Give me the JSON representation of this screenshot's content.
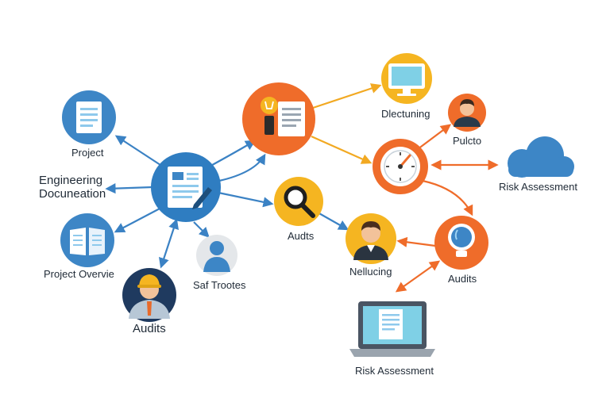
{
  "diagram": {
    "labels": {
      "project": "Project",
      "engineering_documentation": "Engineering\nDocuneation",
      "project_overview": "Project Overvie",
      "audits_person": "Audits",
      "saf_trootes": "Saf Trootes",
      "audits_magnifier": "Audts",
      "dlectuning": "Dlectuning",
      "pulcto": "Pulcto",
      "risk_assessment_cloud": "Risk Assessment",
      "nellucing": "Nellucing",
      "audits_bulb": "Audits",
      "risk_assessment_laptop": "Risk Assessment"
    },
    "icons": {
      "project": "document-icon",
      "central": "document-pen-icon",
      "project_overview": "open-book-icon",
      "audits_person": "engineer-person-icon",
      "saf_trootes": "user-silhouette-icon",
      "idea_hub": "lightbulb-document-icon",
      "audits_magnifier": "magnifier-icon",
      "dlectuning": "monitor-icon",
      "pulcto": "person-icon",
      "gauge": "gauge-icon",
      "risk_assessment_cloud": "cloud-icon",
      "nellucing": "person-icon",
      "audits_bulb": "lightbulb-icon",
      "risk_assessment_laptop": "laptop-icon"
    },
    "colors": {
      "blue": "#3d86c6",
      "orange": "#ef6c2a",
      "yellow": "#f5b521",
      "arrow_blue": "#3b82c4",
      "arrow_orange": "#ef6c2a",
      "arrow_yellow": "#f2a922"
    }
  }
}
